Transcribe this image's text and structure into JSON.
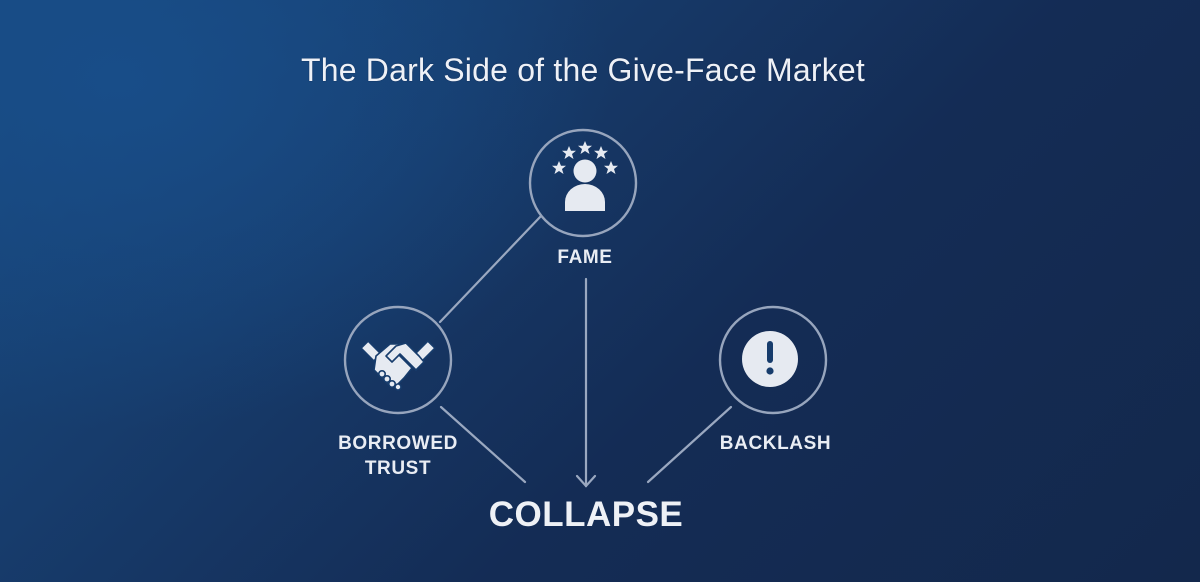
{
  "title": "The Dark Side of the Give-Face Market",
  "colors": {
    "background_top_left": "#184a80",
    "background_bottom_right": "#13284c",
    "line": "#9aa8c0",
    "circle_stroke": "#97a5bd",
    "icon_fill": "#e6eaf1",
    "text": "#eef1f6"
  },
  "nodes": {
    "fame": {
      "label": "FAME",
      "icon": "person-stars-icon"
    },
    "borrowed_trust": {
      "label_line1": "BORROWED",
      "label_line2": "TRUST",
      "icon": "handshake-icon"
    },
    "backlash": {
      "label": "BACKLASH",
      "icon": "exclamation-circle-icon"
    },
    "collapse": {
      "label": "COLLAPSE"
    }
  },
  "edges": [
    {
      "from": "fame",
      "to": "borrowed_trust",
      "arrow": false
    },
    {
      "from": "fame",
      "to": "collapse",
      "arrow": true
    },
    {
      "from": "borrowed_trust",
      "to": "collapse",
      "arrow": false
    },
    {
      "from": "backlash",
      "to": "collapse",
      "arrow": false
    }
  ]
}
